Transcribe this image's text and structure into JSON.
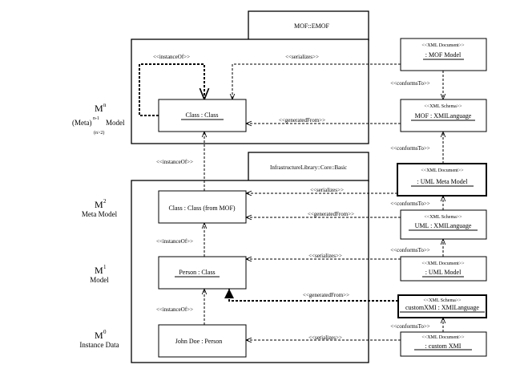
{
  "packages": {
    "mof_emof": "MOF::EMOF",
    "infrastructure": "InfrastructureLibrary::Core::Basic"
  },
  "levels": {
    "m3": {
      "symbol": "M",
      "sup": "n",
      "sub": "(n>2)",
      "label_a": "(Meta)",
      "label_sup": "n-1",
      "label_b": "Model"
    },
    "m2": {
      "symbol": "M",
      "sup": "2",
      "label": "Meta Model"
    },
    "m1": {
      "symbol": "M",
      "sup": "1",
      "label": "Model"
    },
    "m0": {
      "symbol": "M",
      "sup": "0",
      "label": "Instance Data"
    }
  },
  "classes": {
    "class_class": "Class : Class",
    "class_from_mof": "Class : Class (from MOF)",
    "person_class": "Person : Class",
    "john_doe": "John Doe : Person"
  },
  "documents": {
    "mof_model": {
      "stereotype": "<<XML Document>>",
      "name": ": MOF Model"
    },
    "mof_xmi": {
      "stereotype": "<<XML Schema>>",
      "name": "MOF : XMILanguage"
    },
    "uml_meta_model": {
      "stereotype": "<<XML Document>>",
      "name": ": UML Meta Model"
    },
    "uml_xmi": {
      "stereotype": "<<XML Schema>>",
      "name": "UML : XMILanguage"
    },
    "uml_model": {
      "stereotype": "<<XML Document>>",
      "name": ": UML Model"
    },
    "custom_xmi_lang": {
      "stereotype": "<<XML Schema>>",
      "name": "customXMI : XMILanguage"
    },
    "custom_xmi": {
      "stereotype": "<<XML Document>>",
      "name": ": custom XMI"
    }
  },
  "relations": {
    "instanceOf": "<<instanceOf>>",
    "serializes": "<<serializes>>",
    "generatedFrom": "<<generatedFrom>>",
    "conformsTo": "<<conformsTo>>"
  }
}
